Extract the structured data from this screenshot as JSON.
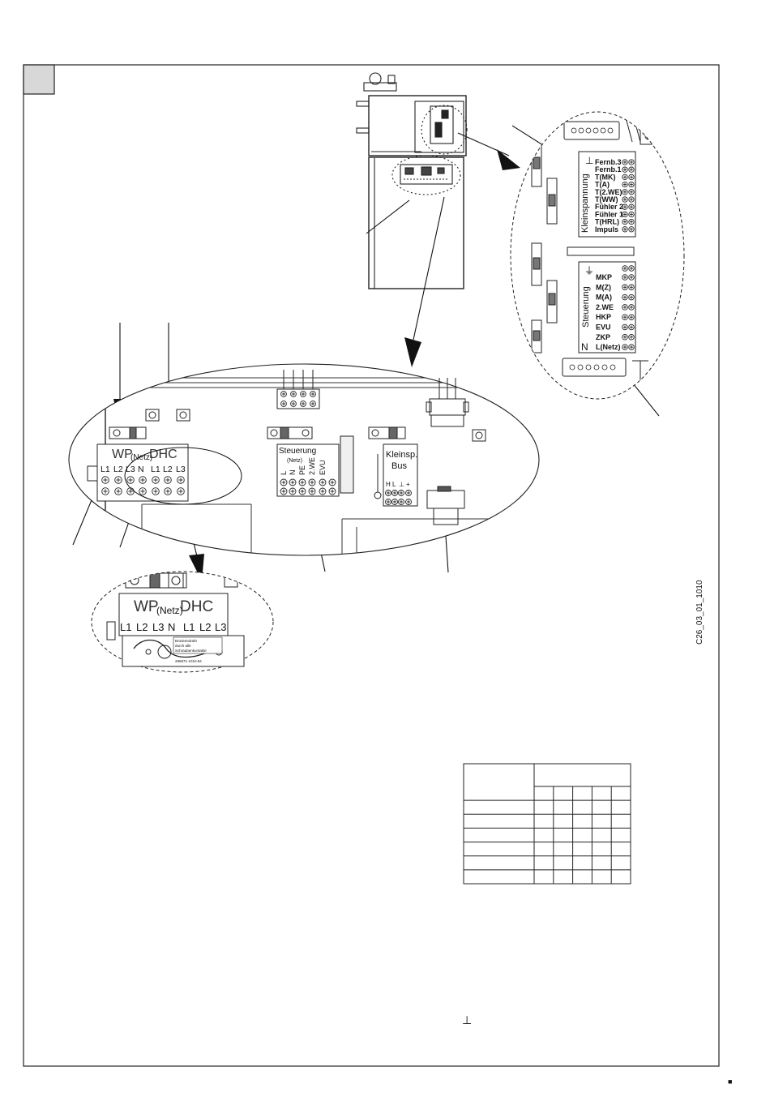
{
  "figure_code": "C26_03_01_1010",
  "page_mark": "■",
  "ground_symbol": "⊥",
  "earth_symbol": "⏚",
  "low_voltage_panel": {
    "vertical_label": "Kleinspannung",
    "terminals": [
      "Fernb.3",
      "Fernb.1",
      "T(MK)",
      "T(A)",
      "T(2.WE)",
      "T(WW)",
      "Fühler 2",
      "Fühler 1",
      "T(HRL)",
      "Impuls"
    ]
  },
  "control_panel": {
    "vertical_label": "Steuerung",
    "bottom_label": "N",
    "terminals": [
      "MKP",
      "M(Z)",
      "M(A)",
      "2.WE",
      "HKP",
      "EVU",
      "ZKP",
      "L(Netz)"
    ]
  },
  "main_board": {
    "supply_block": {
      "title_wp": "WP",
      "title_netz": "(Netz)",
      "title_dhc": "DHC",
      "terminals": [
        "L1",
        "L2",
        "L3",
        "N",
        "L1",
        "L2",
        "L3"
      ]
    },
    "steuerung_block": {
      "title": "Steuerung",
      "subtitle": "(Netz)",
      "terminals": [
        "L",
        "N",
        "PE",
        "2.WE",
        "EVU"
      ]
    },
    "bus_block": {
      "title": "Kleinsp.",
      "subtitle": "Bus",
      "terminals": [
        "H",
        "L",
        "⊥",
        "+"
      ]
    }
  },
  "detail_view": {
    "title_wp": "WP",
    "title_netz": "(Netz)",
    "title_dhc": "DHC",
    "terminals": [
      "L1",
      "L2",
      "L3",
      "N",
      "L1",
      "L2",
      "L3"
    ],
    "bridge_label_lines": [
      "Brückendraht",
      "durch alle",
      "Schraubenkontakte"
    ],
    "bridge_code": "286871-1010.84"
  },
  "table": {
    "rows": 7,
    "cols": 5
  }
}
